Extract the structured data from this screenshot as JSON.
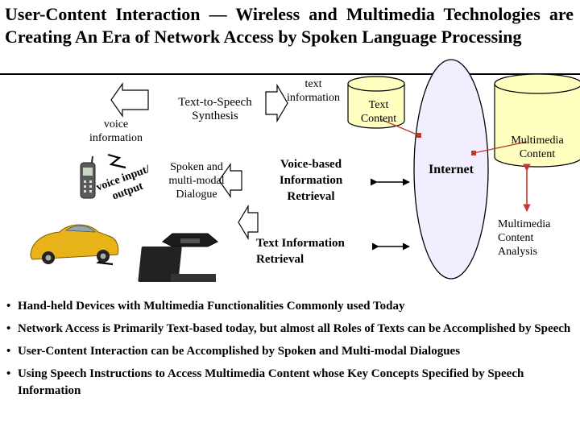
{
  "title": "User-Content Interaction — Wireless and Multimedia Technologies are Creating An Era of Network Access by Spoken Language Processing",
  "labels": {
    "voice_information": "voice information",
    "voice_io": "voice input/ output",
    "tts": "Text-to-Speech Synthesis",
    "spoken_dialogue": "Spoken and multi-modal Dialogue",
    "text_information": "text information",
    "text_content": "Text Content",
    "voice_ir": "Voice-based Information Retrieval",
    "internet": "Internet",
    "mm_content": "Multimedia Content",
    "text_ir": "Text Information Retrieval",
    "mm_analysis": "Multimedia Content Analysis"
  },
  "colors": {
    "cylinder_fill": "#ffffc0",
    "ellipse_fill": "#f3eeff",
    "car_body": "#e8b318",
    "arrow_red": "#c0392b"
  },
  "icons": [
    "handheld-phone-icon",
    "car-icon",
    "laptop-icon",
    "lightning-icon"
  ],
  "bullets": [
    "Hand-held Devices with Multimedia Functionalities Commonly used Today",
    "Network Access is Primarily Text-based today, but almost all Roles of Texts can be Accomplished by Speech",
    "User-Content Interaction can be Accomplished by Spoken and Multi-modal Dialogues",
    "Using Speech Instructions to Access Multimedia Content whose Key Concepts Specified by Speech Information"
  ]
}
